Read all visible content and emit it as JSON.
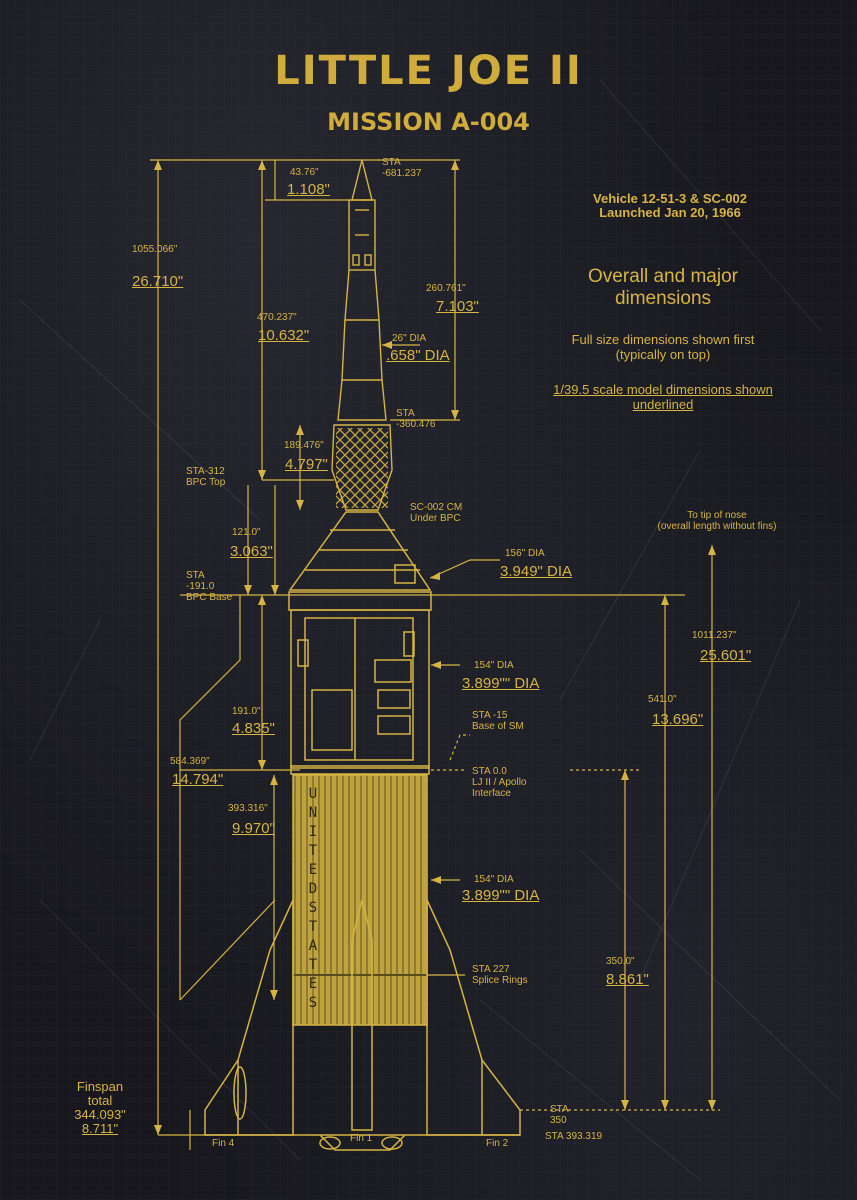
{
  "title": "LITTLE JOE II",
  "subtitle": "MISSION A-004",
  "vehicle_line1": "Vehicle 12-51-3 & SC-002",
  "vehicle_line2": "Launched Jan 20, 1966",
  "heading": "Overall and major dimensions",
  "note1": "Full size dimensions shown first (typically on top)",
  "note2": "1/39.5 scale model dimensions shown underlined",
  "labels": {
    "sta_top_1": "STA",
    "sta_top_2": "-681.237",
    "d_4376": "43.76\"",
    "d_1108": "1.108\"",
    "d_1055": "1055.066\"",
    "d_26710": "26.710\"",
    "d_260761": "260.761\"",
    "d_7103": "7.103\"",
    "d_470237": "470.237\"",
    "d_10632": "10.632\"",
    "d_26dia": "26\" DIA",
    "d_658dia": ".658\" DIA",
    "sta_mid_1": "STA",
    "sta_mid_2": "-360.476",
    "d_189476": "189.476\"",
    "d_4797": "4.797\"",
    "sta312_1": "STA-312",
    "sta312_2": "BPC Top",
    "sc002_1": "SC-002 CM",
    "sc002_2": "Under BPC",
    "tip_1": "To tip of nose",
    "tip_2": "(overall length without fins)",
    "d_1210": "121.0\"",
    "d_3063": "3.063\"",
    "d_156dia": "156\" DIA",
    "d_3949dia": "3.949\" DIA",
    "sta191_1": "STA",
    "sta191_2": "-191.0",
    "sta191_3": "BPC Base",
    "d_1011": "1011.237\"",
    "d_25601": "25.601\"",
    "d_154dia_a": "154\" DIA",
    "d_3899dia_a": "3.899\"\" DIA",
    "d_5410": "541.0\"",
    "d_13696": "13.696\"",
    "d_1910": "191.0\"",
    "d_4835": "4.835\"",
    "sta15_1": "STA -15",
    "sta15_2": "Base of SM",
    "d_584369": "584.369\"",
    "d_14794": "14.794\"",
    "sta0_1": "STA 0.0",
    "sta0_2": "LJ II / Apollo",
    "sta0_3": "Interface",
    "d_393316": "393.316\"",
    "d_9970": "9.970\"",
    "d_154dia_b": "154\" DIA",
    "d_3899dia_b": "3.899\"\" DIA",
    "d_3500": "350.0\"",
    "d_8861": "8.861\"",
    "sta227_1": "STA 227",
    "sta227_2": "Splice Rings",
    "finspan_1": "Finspan",
    "finspan_2": "total",
    "finspan_3": "344.093\"",
    "finspan_4": "8.711\"",
    "sta350_1": "STA",
    "sta350_2": "350",
    "fin4": "Fin 4",
    "fin1": "Fin 1",
    "fin2": "Fin 2",
    "sta393": "STA 393.319",
    "stencil": "UNITED STATES"
  }
}
